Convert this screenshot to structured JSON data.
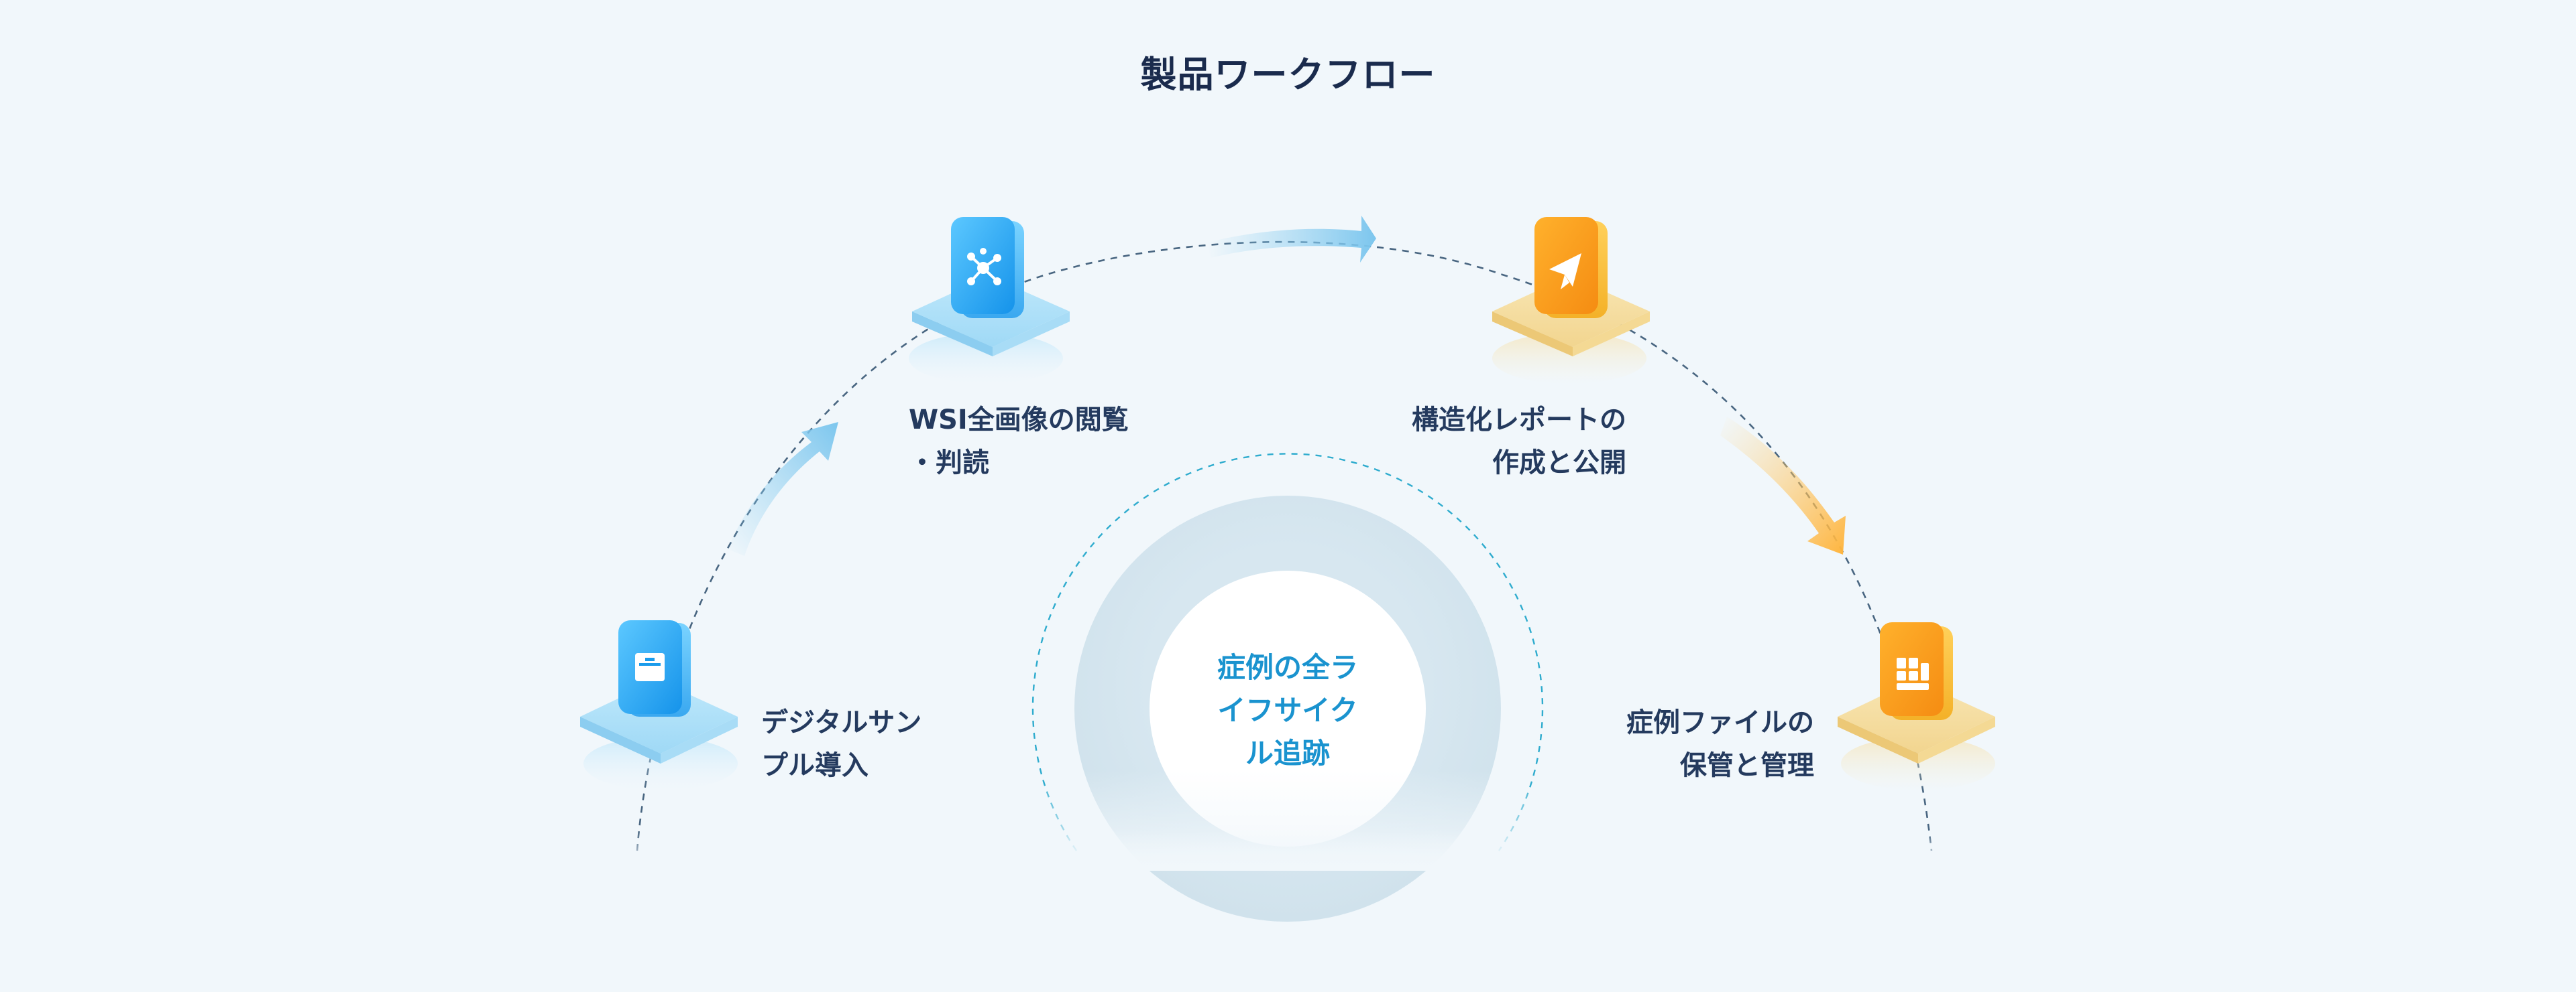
{
  "title": "製品ワークフロー",
  "steps": [
    {
      "line1": "デジタルサン",
      "line2": "プル導入",
      "icon": "tray-scanner-icon",
      "theme": "blue"
    },
    {
      "line1": "WSI全画像の閲覧",
      "line2": "・判読",
      "icon": "network-icon",
      "theme": "blue"
    },
    {
      "line1": "構造化レポートの",
      "line2": "作成と公開",
      "icon": "paper-plane-icon",
      "theme": "orange"
    },
    {
      "line1": "症例ファイルの",
      "line2": "保管と管理",
      "icon": "grid-cabinet-icon",
      "theme": "orange"
    }
  ],
  "center": {
    "line1": "症例の全ラ",
    "line2": "イフサイク",
    "line3": "ル追跡"
  },
  "colors": {
    "background": "#f1f7fb",
    "title": "#1a2b4d",
    "label": "#243a5e",
    "center_text": "#1a93cf",
    "blue_accent": "#1ea7f0",
    "orange_accent": "#f7a21b"
  }
}
